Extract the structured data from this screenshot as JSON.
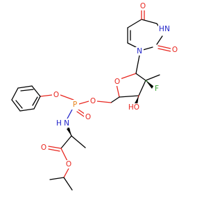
{
  "title": "",
  "colors": {
    "carbon": "#000000",
    "oxygen": "#e8261f",
    "nitrogen": "#1f22c8",
    "fluorine": "#3aa535",
    "phosphorus": "#e8841b",
    "background": "#ffffff"
  },
  "atoms": {
    "uracil_O_top": "O",
    "uracil_NH": "H",
    "uracil_N_label": "N",
    "uracil_O_right": "O",
    "uracil_N1": "N",
    "ring_O": "O",
    "fluorine": "F",
    "hydroxyl": "HO",
    "ester_O_CH2": "O",
    "phenoxy_O": "O",
    "phosphorus": "P",
    "phosphoryl_O": "O",
    "amide_N": "N",
    "amide_H": "H",
    "carbonyl_O": "O",
    "ester_O": "O"
  }
}
